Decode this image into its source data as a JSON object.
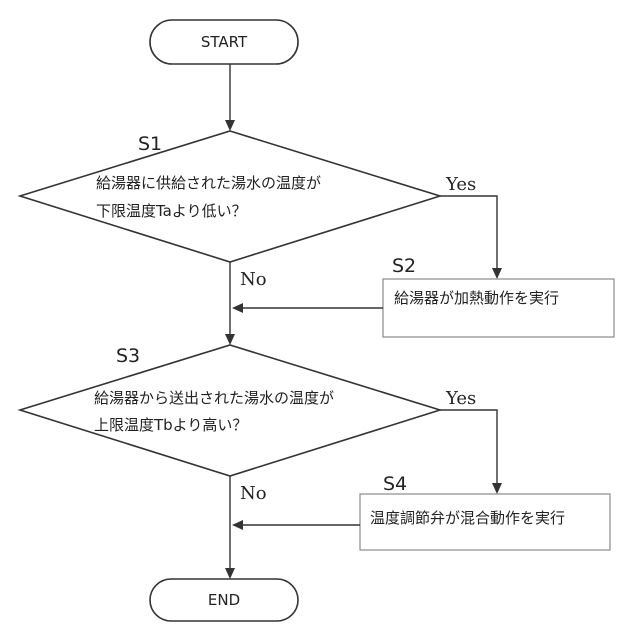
{
  "start": {
    "label": "START"
  },
  "end": {
    "label": "END"
  },
  "steps": {
    "s1": {
      "id": "S1",
      "line1": "給湯器に供給された湯水の温度が",
      "line2": "下限温度Taより低い？"
    },
    "s2": {
      "id": "S2",
      "text": "給湯器が加熱動作を実行"
    },
    "s3": {
      "id": "S3",
      "line1": "給湯器から送出された湯水の温度が",
      "line2": "上限温度Tbより高い？"
    },
    "s4": {
      "id": "S4",
      "text": "温度調節弁が混合動作を実行"
    }
  },
  "branches": {
    "s1_yes": "Yes",
    "s1_no": "No",
    "s3_yes": "Yes",
    "s3_no": "No"
  }
}
